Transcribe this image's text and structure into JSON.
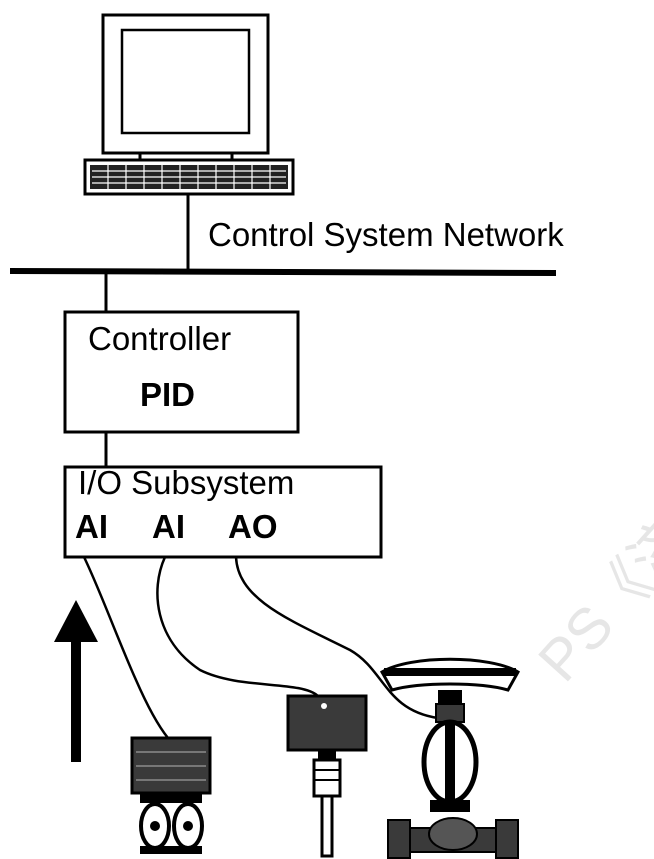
{
  "network": {
    "label": "Control System Network"
  },
  "controller": {
    "title": "Controller",
    "algorithm": "PID"
  },
  "io_subsystem": {
    "title": "I/O Subsystem",
    "channels": [
      "AI",
      "AI",
      "AO"
    ]
  },
  "watermark": "PS《济",
  "colors": {
    "line": "#000000",
    "background": "#ffffff",
    "device_fill": "#3a3a3a",
    "watermark": "#e6e6e6"
  }
}
